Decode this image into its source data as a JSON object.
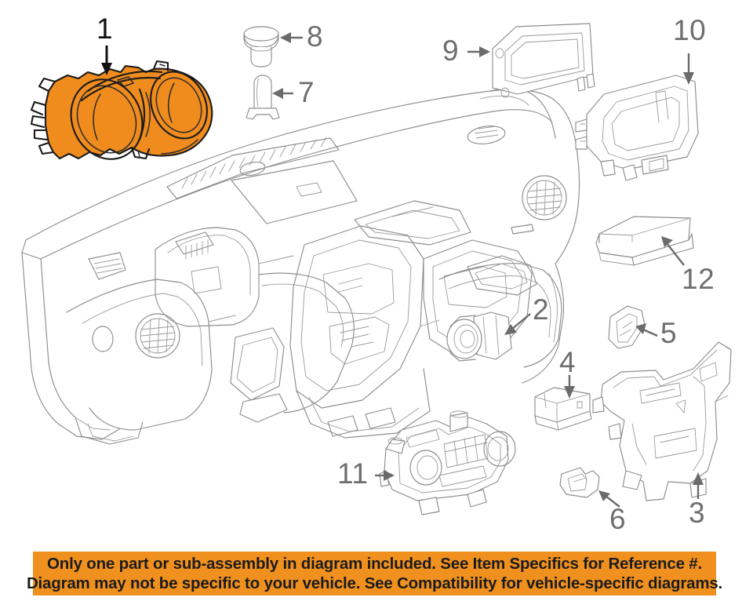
{
  "diagram": {
    "title": "Instrument panel / dashboard exploded parts diagram",
    "highlight_color": "#F08C1E",
    "line_color": "#8d8d8d",
    "label_color": "#6e6e6e",
    "background_color": "#ffffff",
    "highlighted_item": "1",
    "callouts": [
      {
        "number": "1",
        "part": "instrument-cluster",
        "highlighted": true,
        "arrow": "down"
      },
      {
        "number": "2",
        "part": "ignition-switch",
        "highlighted": false,
        "arrow": "down-left"
      },
      {
        "number": "3",
        "part": "center-support-bracket",
        "highlighted": false,
        "arrow": "up"
      },
      {
        "number": "4",
        "part": "trim-filler-block",
        "highlighted": false,
        "arrow": "down"
      },
      {
        "number": "5",
        "part": "small-wedge-clip",
        "highlighted": false,
        "arrow": "left"
      },
      {
        "number": "6",
        "part": "retainer-clip",
        "highlighted": false,
        "arrow": "up-left"
      },
      {
        "number": "7",
        "part": "bulb-socket",
        "highlighted": false,
        "arrow": "left"
      },
      {
        "number": "8",
        "part": "push-button-knob",
        "highlighted": false,
        "arrow": "left"
      },
      {
        "number": "9",
        "part": "display-screen-module",
        "highlighted": false,
        "arrow": "right"
      },
      {
        "number": "10",
        "part": "display-bezel-trim",
        "highlighted": false,
        "arrow": "down"
      },
      {
        "number": "11",
        "part": "hvac-climate-control-panel",
        "highlighted": false,
        "arrow": "right"
      },
      {
        "number": "12",
        "part": "air-bag-module",
        "highlighted": false,
        "arrow": "up-left"
      }
    ]
  },
  "banner": {
    "background_color": "#F0901E",
    "text_color": "#1b1b1b",
    "line1": "Only one part or sub-assembly in diagram included. See Item Specifics for Reference #.",
    "line2": "Diagram may not be specific to your vehicle. See Compatibility for vehicle-specific diagrams."
  }
}
